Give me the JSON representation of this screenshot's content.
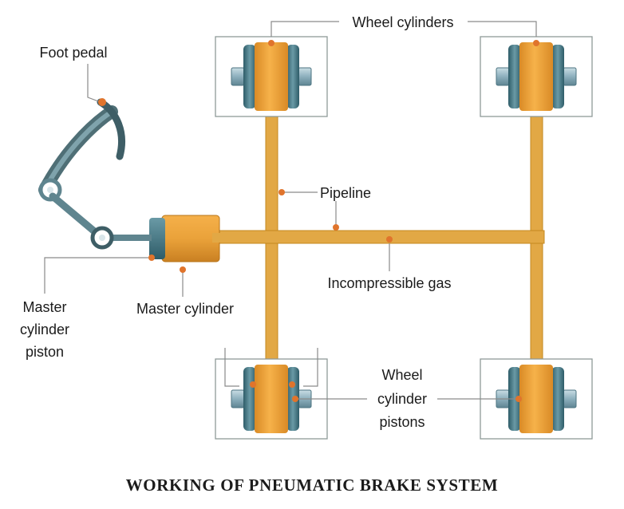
{
  "title": "WORKING OF PNEUMATIC BRAKE SYSTEM",
  "labels": {
    "wheel_cylinders": "Wheel cylinders",
    "foot_pedal": "Foot pedal",
    "pipeline": "Pipeline",
    "incompressible_gas": "Incompressible gas",
    "master_cylinder": "Master cylinder",
    "master_cylinder_piston": [
      "Master",
      "cylinder",
      "piston"
    ],
    "wheel_cylinder_pistons": [
      "Wheel",
      "cylinder",
      "pistons"
    ]
  },
  "colors": {
    "pipe": "#e2a845",
    "cylinder_orange": "#f0a43a",
    "cylinder_blue": "#4c7f8c",
    "piston_steel": "#8fb3c0",
    "marker": "#e0742c",
    "leader": "#8a8a8a"
  }
}
